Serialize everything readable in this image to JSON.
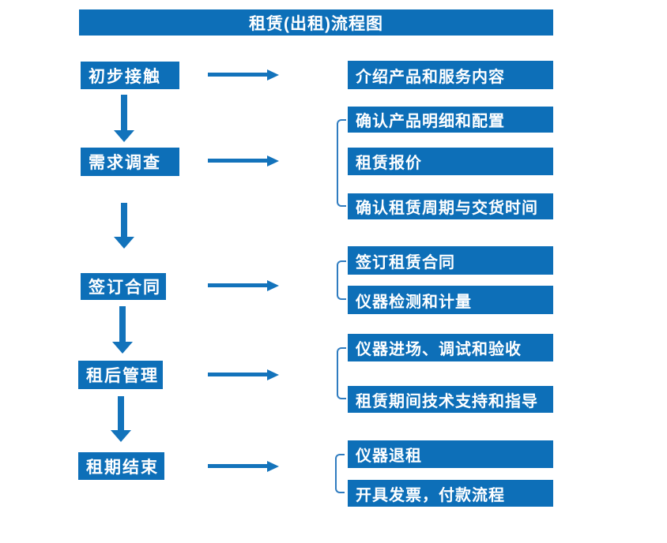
{
  "title": "租赁(出租)流程图",
  "colors": {
    "primary": "#0d6fb8",
    "arrow": "#1373bb",
    "bracket": "#2f7cc0",
    "text": "#ffffff",
    "background": "#ffffff"
  },
  "steps": [
    {
      "label": "初步接触",
      "details": [
        "介绍产品和服务内容"
      ]
    },
    {
      "label": "需求调查",
      "details": [
        "确认产品明细和配置",
        "租赁报价",
        "确认租赁周期与交货时间"
      ]
    },
    {
      "label": "签订合同",
      "details": [
        "签订租赁合同",
        "仪器检测和计量"
      ]
    },
    {
      "label": "租后管理",
      "details": [
        "仪器进场、调试和验收",
        "租赁期间技术支持和指导"
      ]
    },
    {
      "label": "租期结束",
      "details": [
        "仪器退租",
        "开具发票，付款流程"
      ]
    }
  ]
}
